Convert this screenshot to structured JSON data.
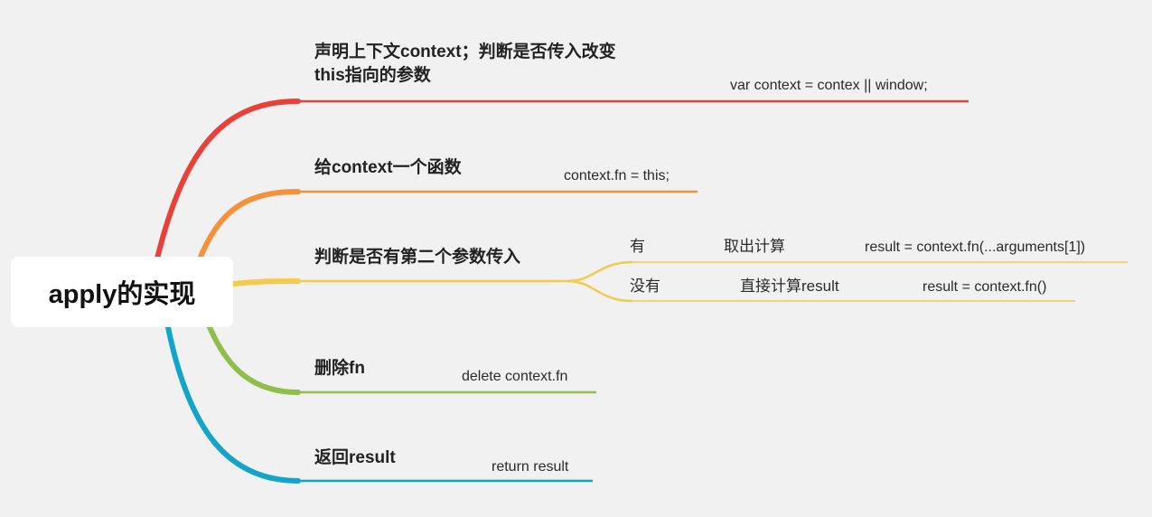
{
  "root": {
    "title": "apply的实现"
  },
  "branches": [
    {
      "title_line1": "声明上下文context；判断是否传入改变",
      "title_line2": "this指向的参数",
      "code": "var context = contex || window;",
      "color": "#e8403a"
    },
    {
      "title": "给context一个函数",
      "code": "context.fn = this;",
      "color": "#f5913b"
    },
    {
      "title": "判断是否有第二个参数传入",
      "color": "#f5c94a",
      "children": [
        {
          "label": "有",
          "action": "取出计算",
          "code": "result = context.fn(...arguments[1])"
        },
        {
          "label": "没有",
          "action": "直接计算result",
          "code": "result = context.fn()"
        }
      ]
    },
    {
      "title": "删除fn",
      "code": "delete context.fn",
      "color": "#8fbf4a"
    },
    {
      "title": "返回result",
      "code": "return result",
      "color": "#12a4c9"
    }
  ]
}
